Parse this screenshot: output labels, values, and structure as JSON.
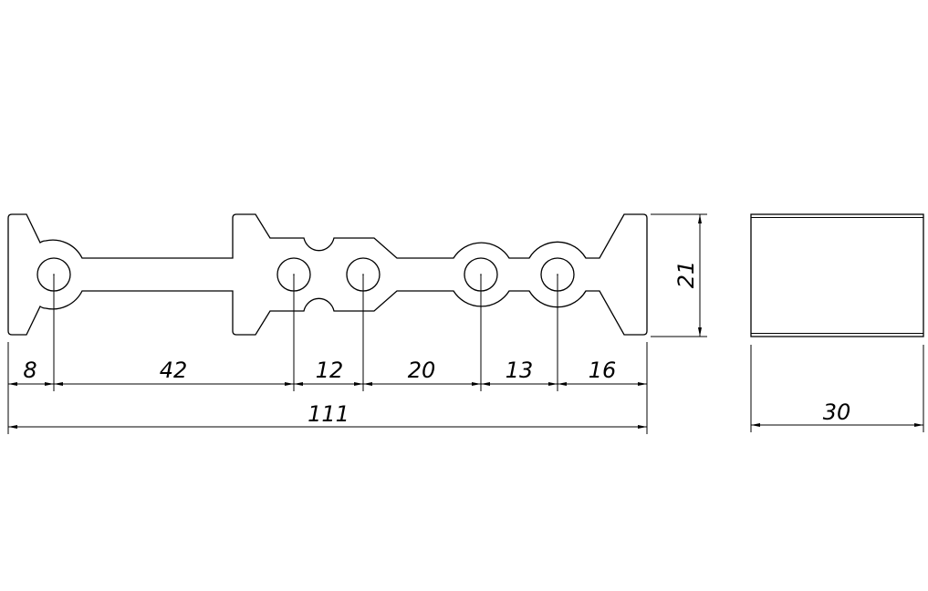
{
  "drawing": {
    "front_view": {
      "segment_dimensions": [
        "8",
        "42",
        "12",
        "20",
        "13",
        "16"
      ],
      "overall_length": "111",
      "height": "21"
    },
    "side_view": {
      "width": "30"
    },
    "colors": {
      "line": "#000000",
      "background": "#ffffff"
    }
  }
}
